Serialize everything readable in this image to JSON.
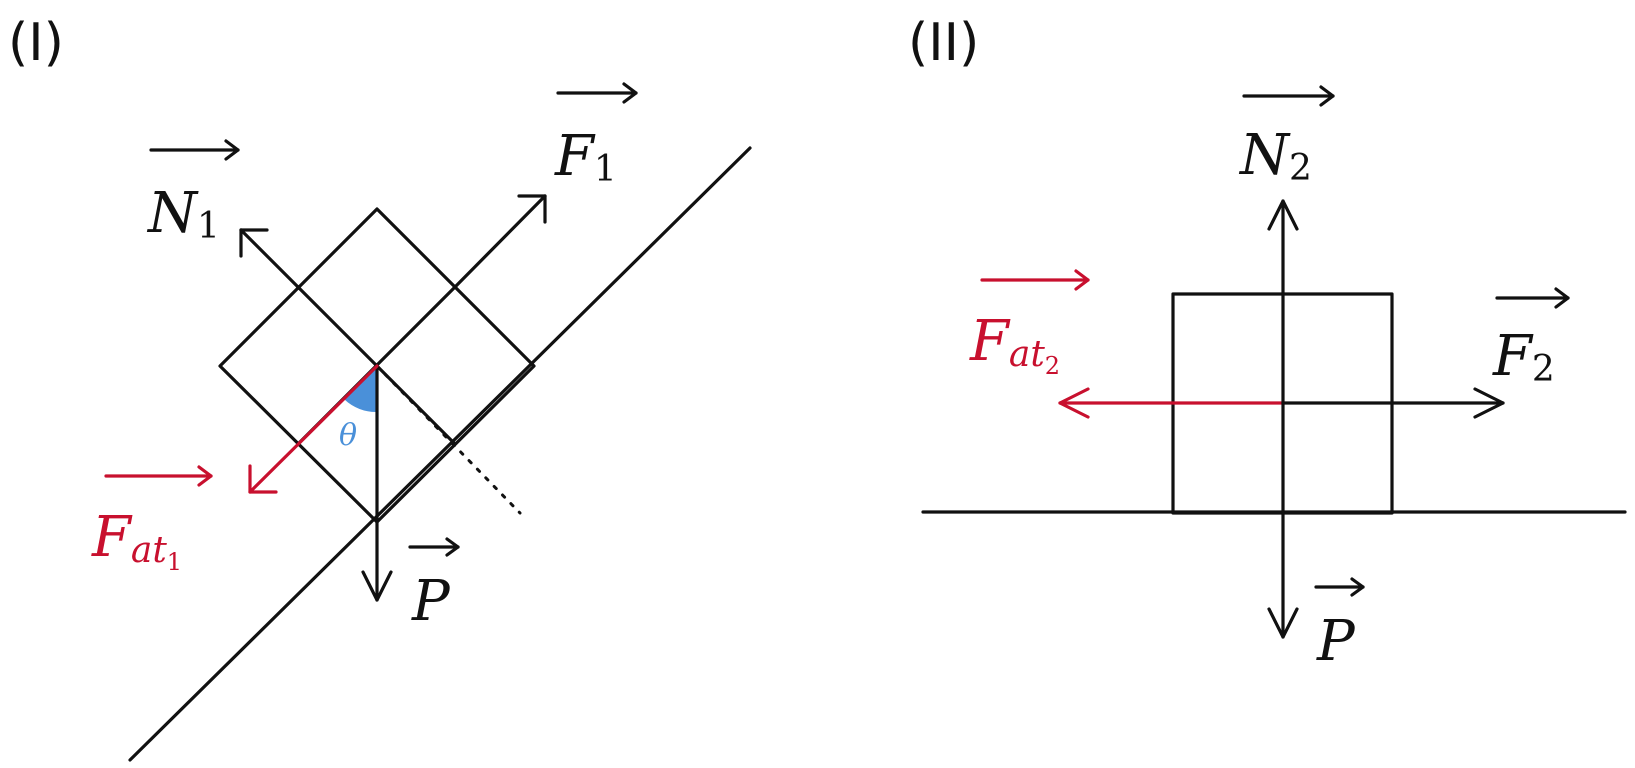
{
  "colors": {
    "ink": "#111111",
    "friction": "#c8102e",
    "angle": "#4a90d9"
  },
  "panel1": {
    "label": "(I)",
    "normal": {
      "symbol": "N",
      "sub": "1"
    },
    "applied": {
      "symbol": "F",
      "sub": "1"
    },
    "friction": {
      "symbol": "F",
      "sub": "at",
      "subsub": "1"
    },
    "weight": {
      "symbol": "P"
    },
    "angle": "θ"
  },
  "panel2": {
    "label": "(II)",
    "normal": {
      "symbol": "N",
      "sub": "2"
    },
    "applied": {
      "symbol": "F",
      "sub": "2"
    },
    "friction": {
      "symbol": "F",
      "sub": "at",
      "subsub": "2"
    },
    "weight": {
      "symbol": "P"
    }
  }
}
